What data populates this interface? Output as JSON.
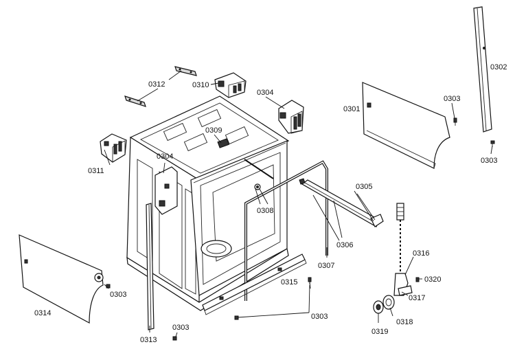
{
  "labels": {
    "p0302": "0302",
    "p0303_top": "0303",
    "p0303_right": "0303",
    "p0301": "0301",
    "p0312": "0312",
    "p0310": "0310",
    "p0304_top": "0304",
    "p0309": "0309",
    "p0304_mid": "0304",
    "p0311": "0311",
    "p0305": "0305",
    "p0308": "0308",
    "p0306": "0306",
    "p0307": "0307",
    "p0316": "0316",
    "p0320": "0320",
    "p0317": "0317",
    "p0318": "0318",
    "p0319": "0319",
    "p0315": "0315",
    "p0303_bottom": "0303",
    "p0303_left": "0303",
    "p0303_low": "0303",
    "p0314": "0314",
    "p0313": "0313"
  }
}
